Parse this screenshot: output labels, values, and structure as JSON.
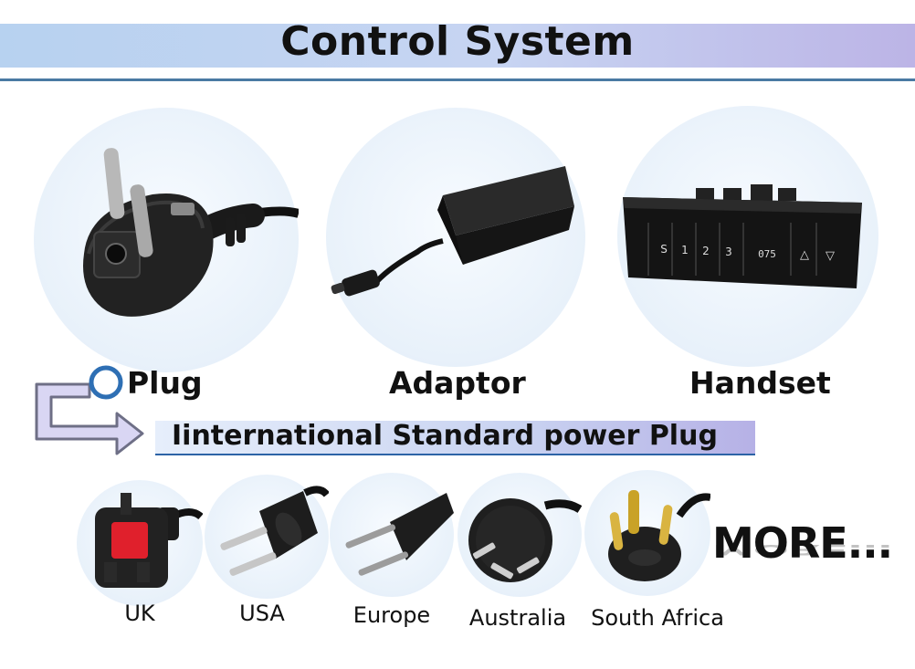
{
  "header": {
    "title": "Control System"
  },
  "products": [
    {
      "label": "Plug",
      "icon": "schuko-plug-icon"
    },
    {
      "label": "Adaptor",
      "icon": "power-adaptor-icon"
    },
    {
      "label": "Handset",
      "icon": "handset-controller-icon"
    }
  ],
  "handset": {
    "buttons": [
      "S",
      "1",
      "2",
      "3"
    ],
    "display": "075",
    "up": "△",
    "down": "▽"
  },
  "banner": {
    "text": "Iinternational Standard power Plug"
  },
  "plug_types": [
    {
      "label": "UK",
      "icon": "uk-plug-icon"
    },
    {
      "label": "USA",
      "icon": "usa-plug-icon"
    },
    {
      "label": "Europe",
      "icon": "europe-plug-icon"
    },
    {
      "label": "Australia",
      "icon": "australia-plug-icon"
    },
    {
      "label": "South Africa",
      "icon": "south-africa-plug-icon"
    }
  ],
  "more": {
    "text": "MORE..."
  },
  "colors": {
    "accent_line": "#4a7aa3",
    "banner_underline": "#2c63a6",
    "plug_red": "#e0202c"
  }
}
